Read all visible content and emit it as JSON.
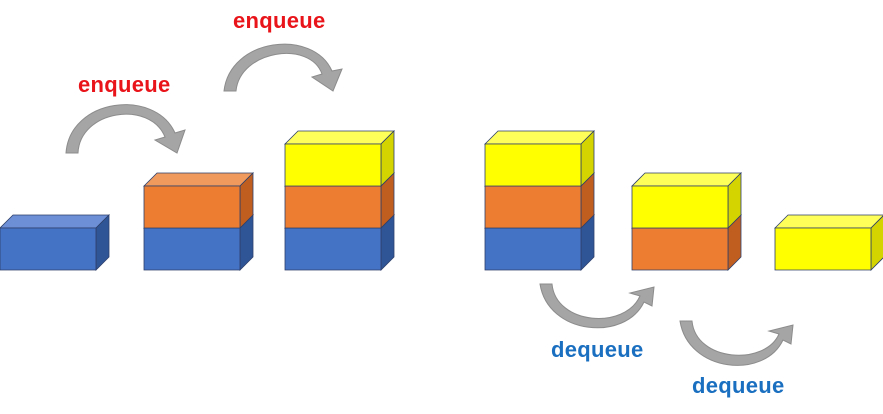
{
  "labels": {
    "enqueue_1": "enqueue",
    "enqueue_2": "enqueue",
    "dequeue_1": "dequeue",
    "dequeue_2": "dequeue"
  },
  "colors": {
    "enqueue_text": "#e8141a",
    "dequeue_text": "#1a6fc0",
    "arrow": "#a5a5a5",
    "arrow_stroke": "#8c8c8c",
    "blue": {
      "front": "#4472c4",
      "top": "#6c8fd6",
      "side": "#2f5597"
    },
    "orange": {
      "front": "#ed7d31",
      "top": "#f09a5e",
      "side": "#c05e1f"
    },
    "yellow": {
      "front": "#ffff00",
      "top": "#ffff59",
      "side": "#d4d400"
    }
  },
  "stacks": [
    {
      "blocks": [
        "blue"
      ]
    },
    {
      "blocks": [
        "blue",
        "orange"
      ]
    },
    {
      "blocks": [
        "blue",
        "orange",
        "yellow"
      ]
    },
    {
      "blocks": [
        "blue",
        "orange",
        "yellow"
      ]
    },
    {
      "blocks": [
        "orange",
        "yellow"
      ]
    },
    {
      "blocks": [
        "yellow"
      ]
    }
  ]
}
